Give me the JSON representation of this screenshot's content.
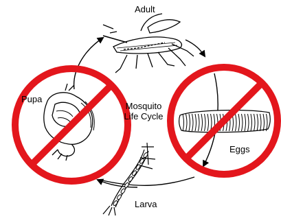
{
  "title": {
    "line1": "Mosquito",
    "line2": "Life Cycle"
  },
  "stages": {
    "adult": "Adult",
    "eggs": "Eggs",
    "larva": "Larva",
    "pupa": "Pupa"
  },
  "colors": {
    "no_symbol": "#e3161c",
    "ink": "#000000",
    "background": "#ffffff"
  },
  "icons": {
    "adult": "mosquito-adult-icon",
    "eggs": "egg-raft-icon",
    "larva": "larva-icon",
    "pupa": "pupa-icon",
    "prohibition": "no-symbol-icon"
  }
}
